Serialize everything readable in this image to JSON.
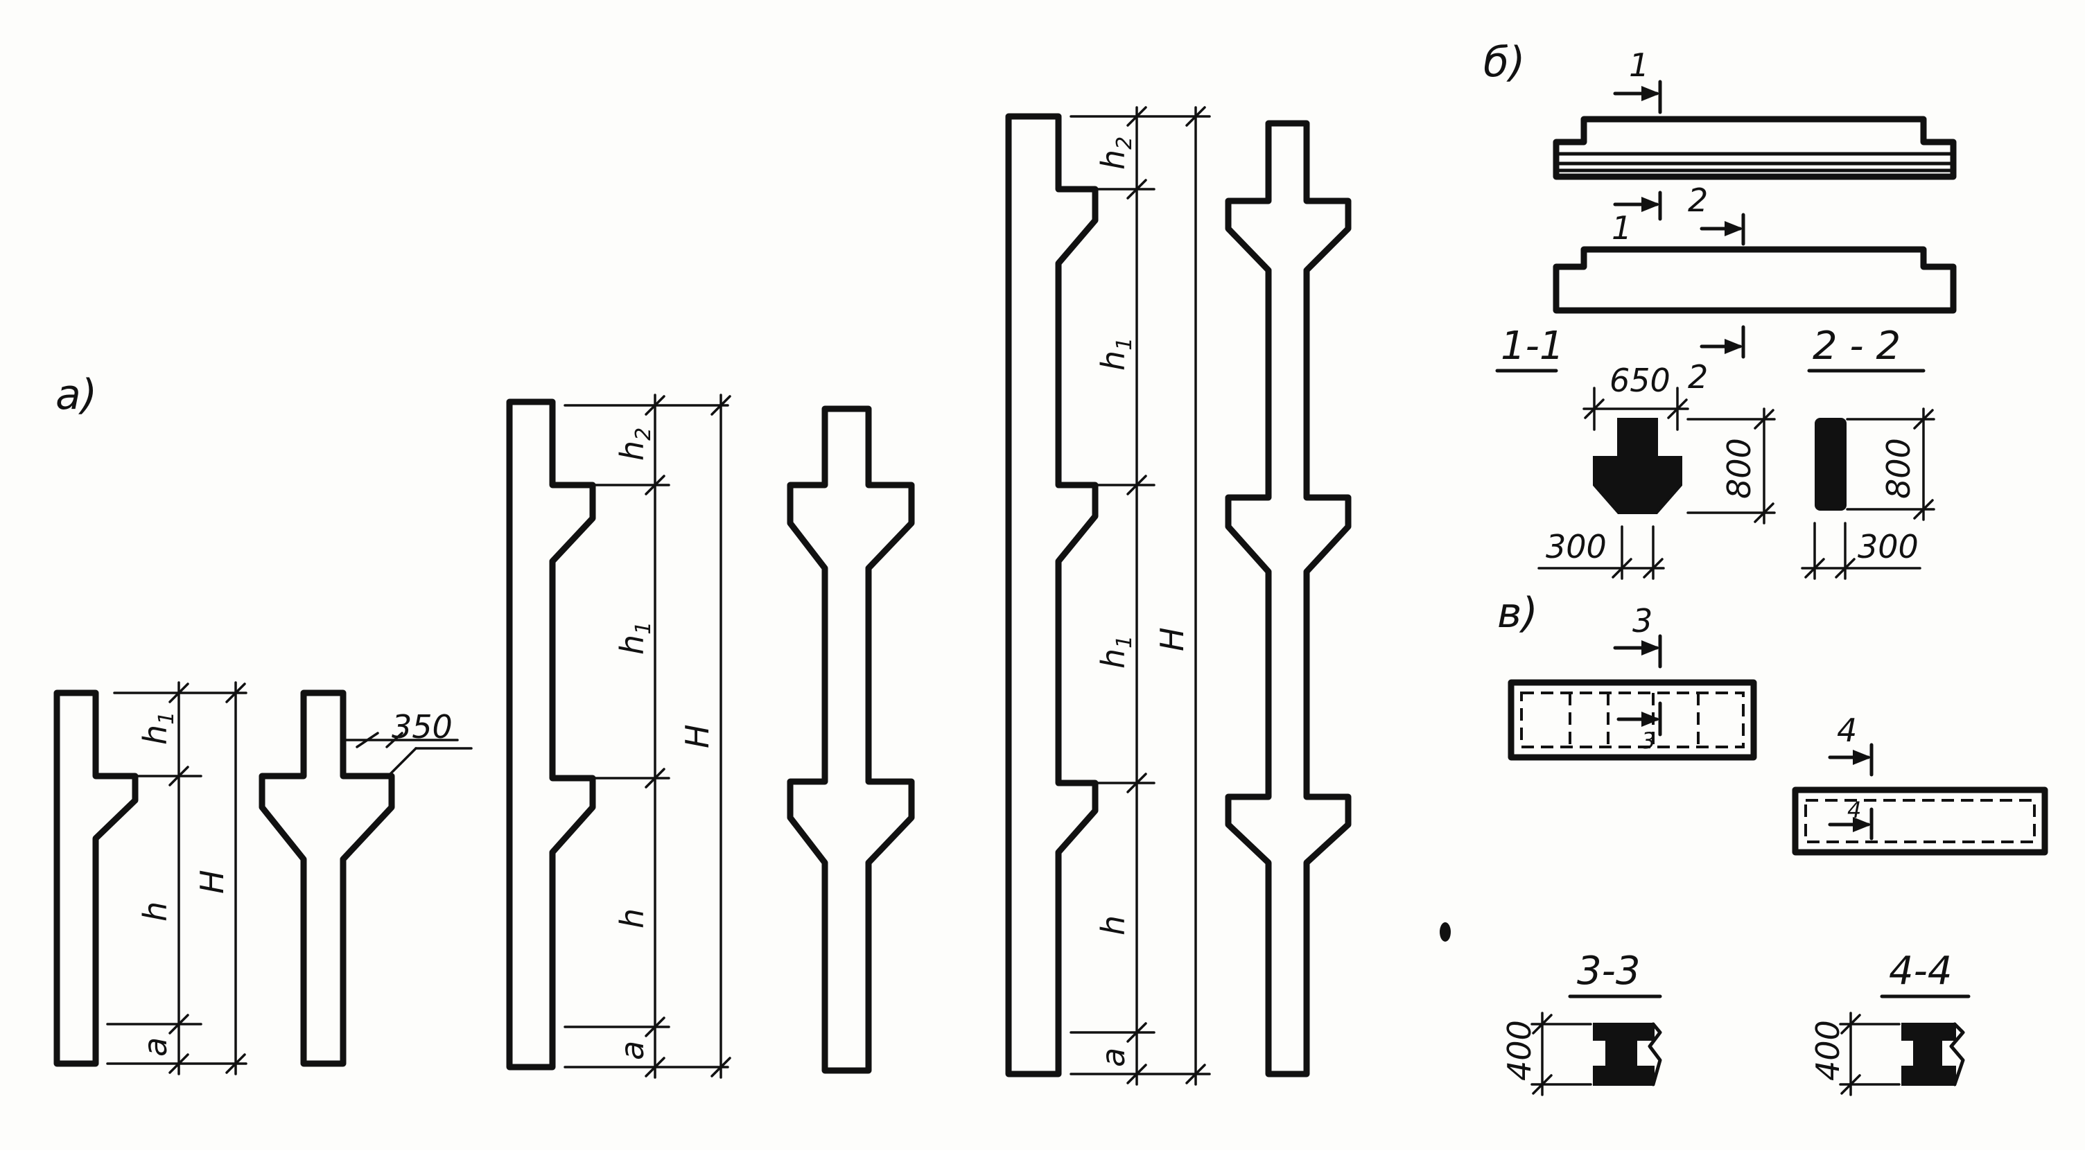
{
  "panels": {
    "a": "a)",
    "b": "б)",
    "v": "в)"
  },
  "labels": {
    "h": "h",
    "h1": "h",
    "h2": "h",
    "sub1": "1",
    "sub2": "2",
    "H": "H",
    "a": "a"
  },
  "dimensions": {
    "d350": "350",
    "d650": "650",
    "d800a": "800",
    "d800b": "800",
    "d300a": "300",
    "d300b": "300",
    "d400a": "400",
    "d400b": "400"
  },
  "sections": {
    "s11": "1-1",
    "s22": "2 - 2",
    "s33": "3-3",
    "s44": "4-4",
    "m1a": "1",
    "m1b": "1",
    "m2a": "2",
    "m2b": "2",
    "m3a": "3",
    "m3b": "3",
    "m4a": "4",
    "m4b": "4"
  }
}
